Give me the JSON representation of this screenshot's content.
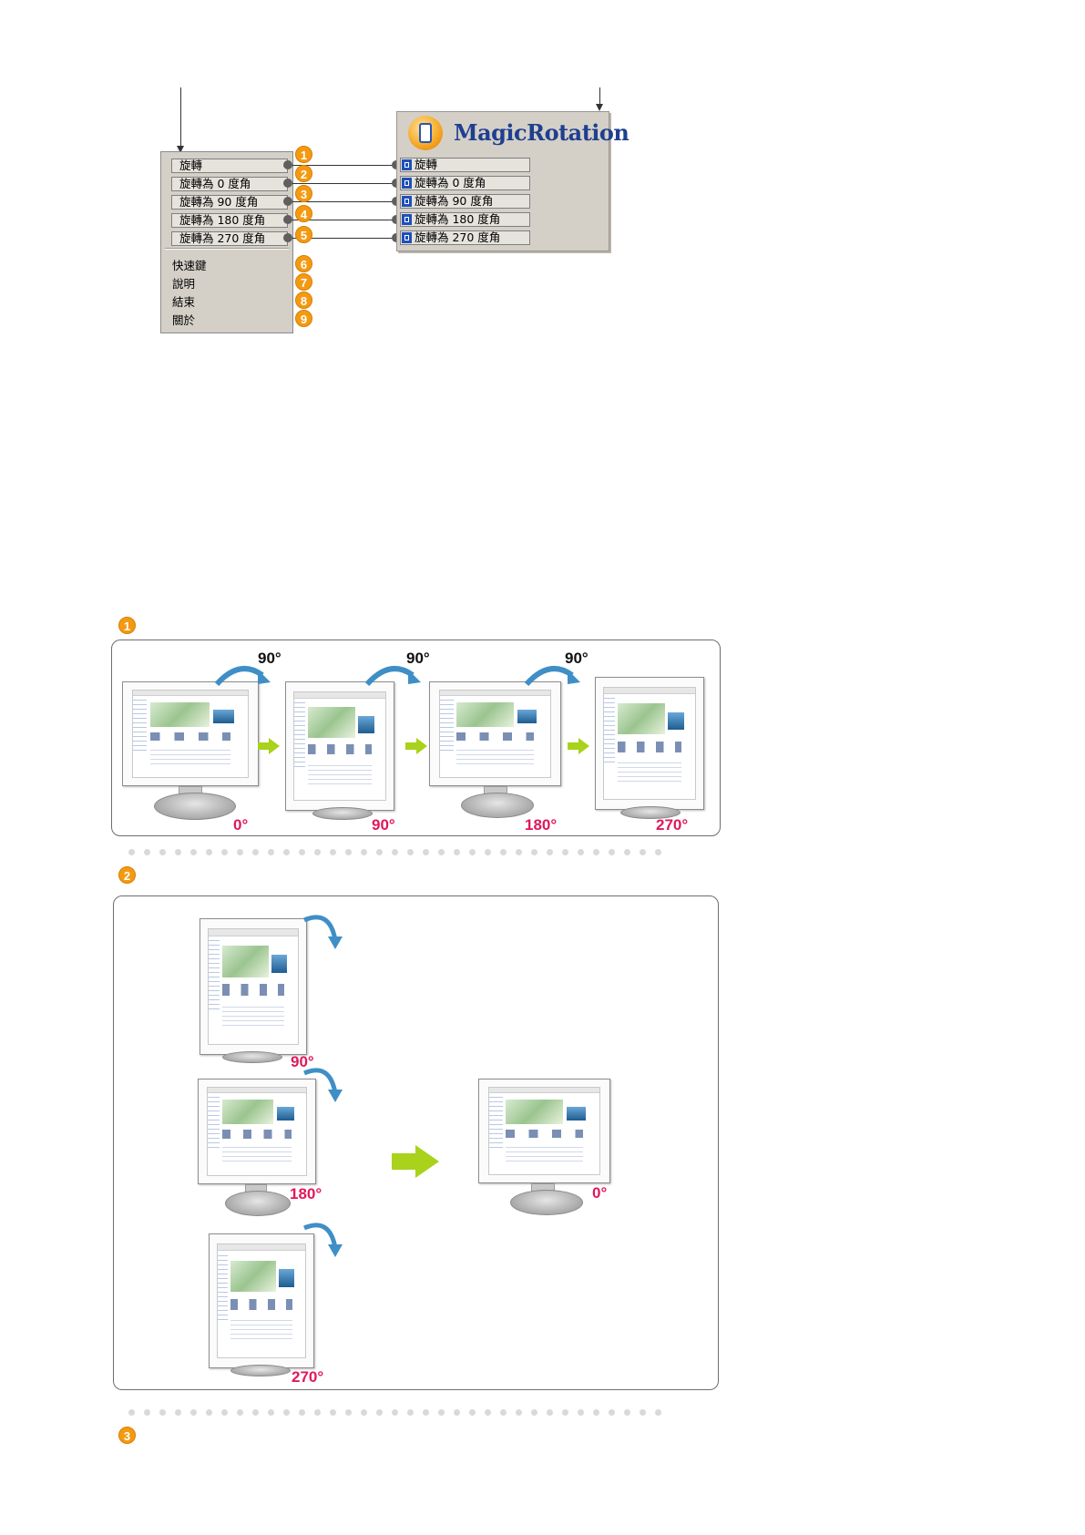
{
  "context_menu": {
    "items": [
      "旋轉",
      "旋轉為 0 度角",
      "旋轉為 90 度角",
      "旋轉為 180 度角",
      "旋轉為 270 度角"
    ],
    "extra_items": [
      "快速鍵",
      "說明",
      "結束",
      "關於"
    ]
  },
  "magic_rotation": {
    "title": "MagicRotation",
    "items": [
      "旋轉",
      "旋轉為 0 度角",
      "旋轉為 90 度角",
      "旋轉為 180 度角",
      "旋轉為 270 度角"
    ]
  },
  "badges": [
    "1",
    "2",
    "3",
    "4",
    "5",
    "6",
    "7",
    "8",
    "9"
  ],
  "section1": {
    "badge": "1",
    "step_label": "90°",
    "monitors": [
      "0°",
      "90°",
      "180°",
      "270°"
    ]
  },
  "section2": {
    "badge": "2",
    "sources": [
      "90°",
      "180°",
      "270°"
    ],
    "target": "0°"
  },
  "section3": {
    "badge": "3"
  },
  "colors": {
    "badge": "#f39a12",
    "degree": "#e0185a",
    "arrow_green": "#a8d21c",
    "rotate_arrow": "#3f8fc6",
    "brand": "#1f3f8f"
  }
}
